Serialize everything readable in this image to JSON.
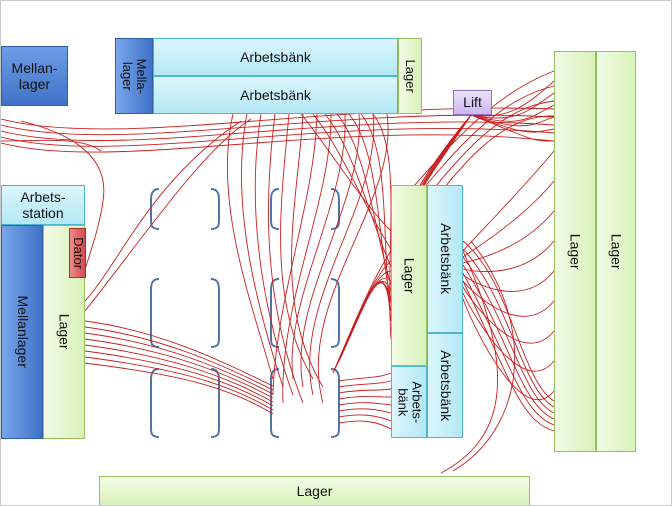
{
  "labels": {
    "mellanlager_top": "Mellan-\nlager",
    "arbetsbank_top_1": "Arbetsbänk",
    "arbetsbank_top_2": "Arbetsbänk",
    "mellanlager_small": "Mella-\nlager",
    "lager_top_small": "Lager",
    "lift": "Lift",
    "lager_right_1": "Lager",
    "lager_right_2": "Lager",
    "arbetsstation": "Arbets-\nstation",
    "dator": "Dator",
    "mellanlager_left": "Mellanlager",
    "lager_left": "Lager",
    "lager_middle": "Lager",
    "arbetsbank_mid_1": "Arbetsbänk",
    "arbetsbank_mid_2": "Arbetsbänk",
    "arbetsbank_small": "Arbets-\nbänk",
    "lager_bottom": "Lager"
  },
  "colors": {
    "flow_lines": "#c81e1e",
    "brackets": "#4f74a6",
    "storage": "#d8f2b8",
    "workbench": "#b4e8f5",
    "buffer": "#3f72c8",
    "computer": "#d24b4b",
    "lift": "#cdb6ef"
  }
}
